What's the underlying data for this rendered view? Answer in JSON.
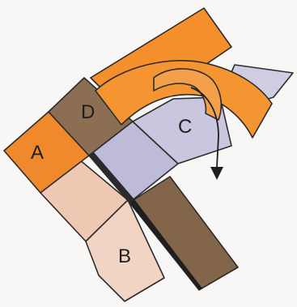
{
  "diagram": {
    "labels": {
      "a": "A",
      "b": "B",
      "c": "C",
      "d": "D"
    },
    "colors": {
      "strip_a": "#f0892c",
      "strip_b": "#efcbb7",
      "strip_c": "#c8c6df",
      "strip_d": "#8c6f52",
      "flap_orange": "#f48f2c",
      "outline": "#2c2c2c",
      "arrow": "#1e1e1e"
    },
    "arrow": {
      "icon": "curved-down-arrow-icon"
    }
  }
}
